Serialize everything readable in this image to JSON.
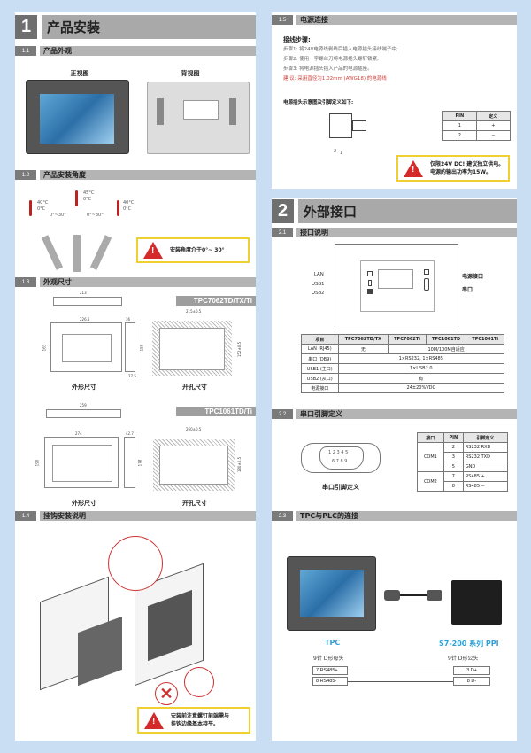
{
  "section1": {
    "num": "1",
    "title": "产品安装",
    "s1_1": {
      "num": "1.1",
      "title": "产品外观",
      "front_label": "正视图",
      "back_label": "背视图"
    },
    "s1_2": {
      "num": "1.2",
      "title": "产品安装角度",
      "temps": [
        {
          "max": "40°C",
          "min": "0°C"
        },
        {
          "max": "45°C",
          "min": "0°C"
        },
        {
          "max": "40°C",
          "min": "0°C"
        }
      ],
      "angle_left": "0°~30°",
      "angle_right": "0°~30°",
      "warning": "安装角度介于0°~ 30°"
    },
    "s1_3": {
      "num": "1.3",
      "title": "外观尺寸",
      "model_a": "TPC7062TD/TX/Ti",
      "model_a_dims": {
        "top_width": "213",
        "front_width": "226.5",
        "height": "163",
        "depth": "36",
        "side_height": "150",
        "side_bottom": "27.5",
        "cut_width": "215±0.5",
        "cut_height": "152±0.5"
      },
      "model_b": "TPC1061TD/Ti",
      "model_b_dims": {
        "top_width": "259",
        "front_width": "274",
        "height": "190",
        "depth": "42.7",
        "side_height": "178",
        "cut_width": "260±0.5",
        "cut_height": "180±0.5"
      },
      "outline_label": "外形尺寸",
      "cutout_label": "开孔尺寸"
    },
    "s1_4": {
      "num": "1.4",
      "title": "挂钩安装说明",
      "warning_line1": "安装前注意螺钉前端需与",
      "warning_line2": "挂钩边缘基本持平。"
    },
    "s1_5": {
      "num": "1.5",
      "title": "电源连接",
      "steps_title": "接线步骤:",
      "steps": [
        "步骤1: 将24V电源线剥线后插入电源插头接线端子中;",
        "步骤2: 使用一字螺丝刀将电源插头螺钉锁紧;",
        "步骤3: 将电源插头插入产品的电源插座。"
      ],
      "suggestion": "建 议: 采用直径为1.02mm (AWG18) 的电源线",
      "diagram_title": "电源插头示意图及引脚定义如下:",
      "pin_labels": [
        "2",
        "1"
      ],
      "pin_table": {
        "headers": [
          "PIN",
          "定义"
        ],
        "rows": [
          [
            "1",
            "+"
          ],
          [
            "2",
            "−"
          ]
        ]
      },
      "warning_line1": "仅限24V DC! 建议独立供电。",
      "warning_line2": "电源的输出功率为15W。"
    }
  },
  "section2": {
    "num": "2",
    "title": "外部接口",
    "s2_1": {
      "num": "2.1",
      "title": "接口说明",
      "left_labels": [
        "LAN",
        "USB1",
        "USB2"
      ],
      "right_labels": [
        "电源接口",
        "串口"
      ],
      "table": {
        "headers": [
          "项目",
          "TPC7062TD/TX",
          "TPC7062Ti",
          "TPC1061TD",
          "TPC1061Ti"
        ],
        "rows": [
          [
            "LAN (RJ45)",
            "无",
            "10M/100M自适应"
          ],
          [
            "串口 (DB9)",
            "1×RS232, 1×RS485"
          ],
          [
            "USB1 (主口)",
            "1×USB2.0"
          ],
          [
            "USB2 (从口)",
            "有"
          ],
          [
            "电源接口",
            "24±20%VDC"
          ]
        ]
      }
    },
    "s2_2": {
      "num": "2.2",
      "title": "串口引脚定义",
      "connector_top": "1 2 3 4 5",
      "connector_bottom": "6 7 8 9",
      "caption": "串口引脚定义",
      "table": {
        "headers": [
          "接口",
          "PIN",
          "引脚定义"
        ],
        "com1": "COM1",
        "com2": "COM2",
        "rows": [
          [
            "2",
            "RS232 RXD"
          ],
          [
            "3",
            "RS232 TXD"
          ],
          [
            "5",
            "GND"
          ],
          [
            "7",
            "RS485 +"
          ],
          [
            "8",
            "RS485 −"
          ]
        ]
      }
    },
    "s2_3": {
      "num": "2.3",
      "title": "TPC与PLC的连接",
      "tpc_label": "TPC",
      "plc_label": "S7-200 系列 PPI",
      "tpc_connector": "9针 D形母头",
      "plc_connector": "9针 D形公头",
      "tpc_pins": [
        "7 RS485+",
        "8 RS485-"
      ],
      "plc_pins": [
        "3 D+",
        "8 D-"
      ]
    }
  },
  "colors": {
    "background": "#c9def2",
    "bar_dark": "#6f6f6f",
    "bar_light": "#a9a9a9",
    "warning_border": "#f0d030",
    "warning_red": "#d42a2a",
    "accent_blue": "#2ea0d8"
  }
}
